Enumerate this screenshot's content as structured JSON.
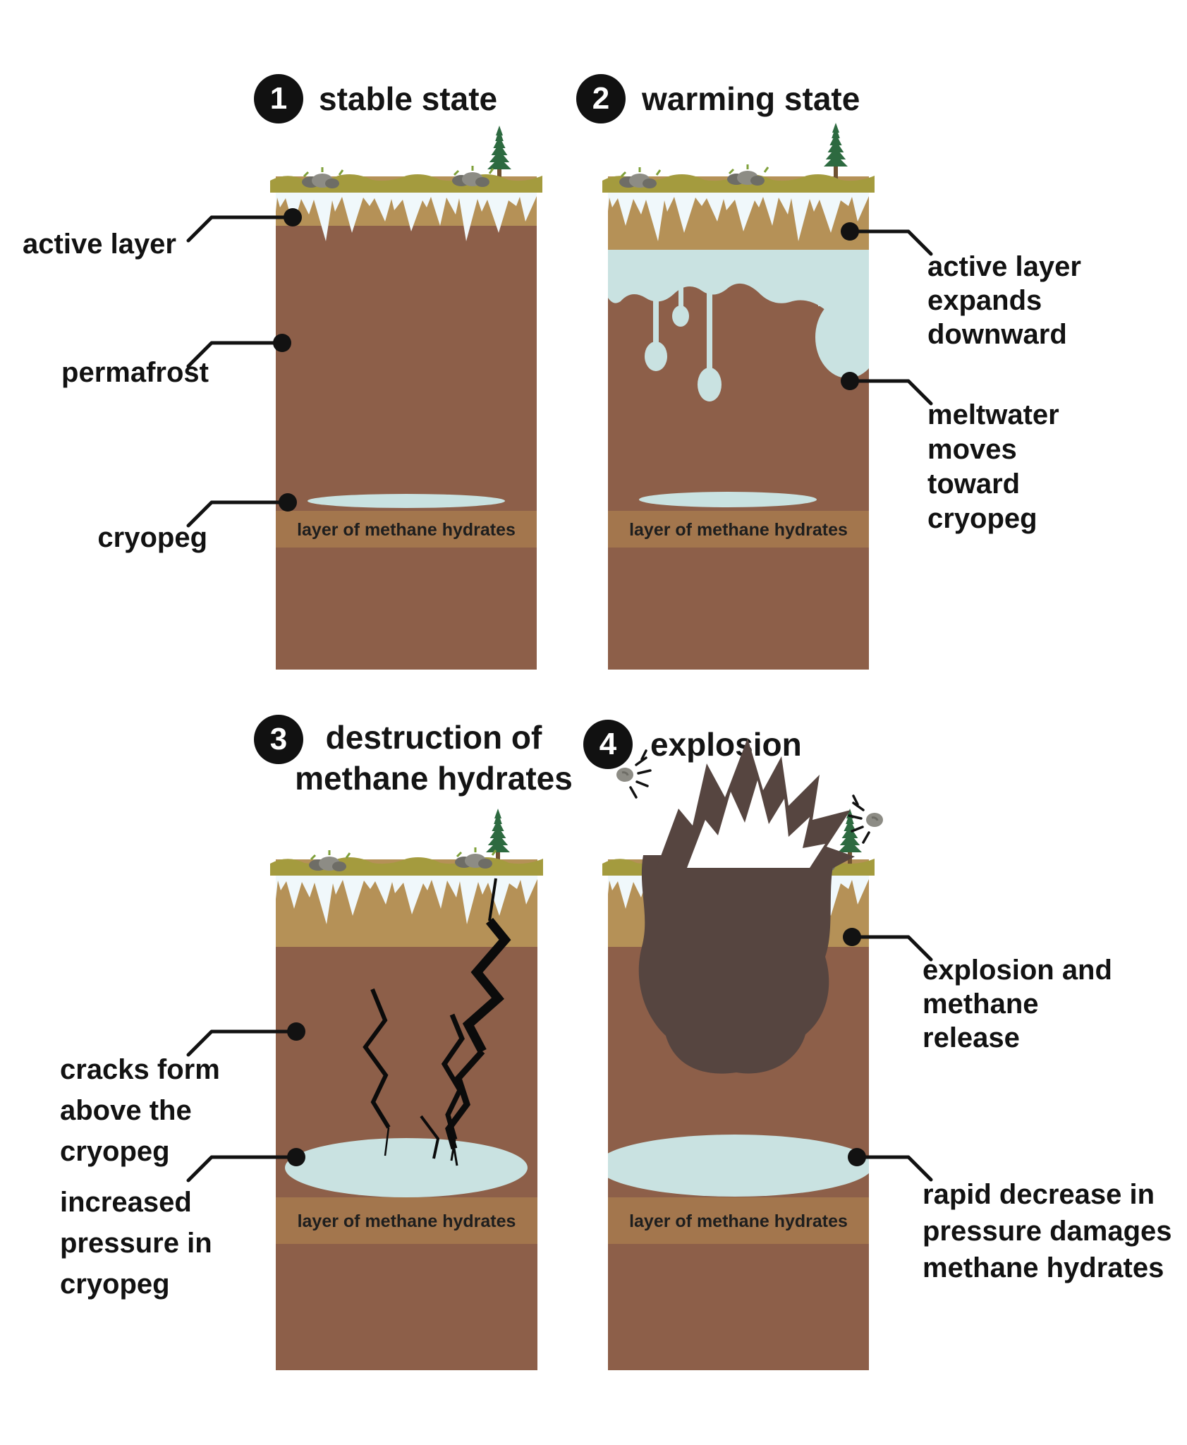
{
  "figure": {
    "subject": "permafrost methane explosion stages diagram"
  },
  "headers": [
    {
      "number": "1",
      "title_lines": [
        "stable state"
      ]
    },
    {
      "number": "2",
      "title_lines": [
        "warming state"
      ]
    },
    {
      "number": "3",
      "title_lines": [
        "destruction of",
        "methane hydrates"
      ]
    },
    {
      "number": "4",
      "title_lines": [
        "explosion"
      ]
    }
  ],
  "band_label": "layer of methane hydrates",
  "annotations": {
    "active_layer": {
      "lines": [
        "active layer"
      ]
    },
    "permafrost": {
      "lines": [
        "permafrost"
      ]
    },
    "cryopeg": {
      "lines": [
        "cryopeg"
      ]
    },
    "active_layer_expands": {
      "lines": [
        "active layer",
        "expands",
        "downward"
      ]
    },
    "meltwater_moves": {
      "lines": [
        "meltwater",
        "moves",
        "toward",
        "cryopeg"
      ]
    },
    "cracks_form": {
      "lines": [
        "cracks form",
        "above the",
        "cryopeg"
      ]
    },
    "increased_pressure": {
      "lines": [
        "increased",
        "pressure in",
        "cryopeg"
      ]
    },
    "explosion_release": {
      "lines": [
        "explosion and",
        "methane",
        "release"
      ]
    },
    "rapid_decrease": {
      "lines": [
        "rapid decrease in",
        "pressure damages",
        "methane hydrates"
      ]
    }
  },
  "colors": {
    "permafrost_brown": "#8D5F49",
    "active_tan": "#B59157",
    "grass_olive": "#A49B3E",
    "snow_white": "#F0F8FB",
    "ice_blue": "#C9E2E1",
    "hydrate_band": "#A3764D",
    "crater_dark": "#564540",
    "ink": "#121212",
    "tree_green": "#2D6A40",
    "trunk_brown": "#6F5233",
    "rock_gray": "#8D8C85",
    "rock_gray_dark": "#6E6D66"
  }
}
